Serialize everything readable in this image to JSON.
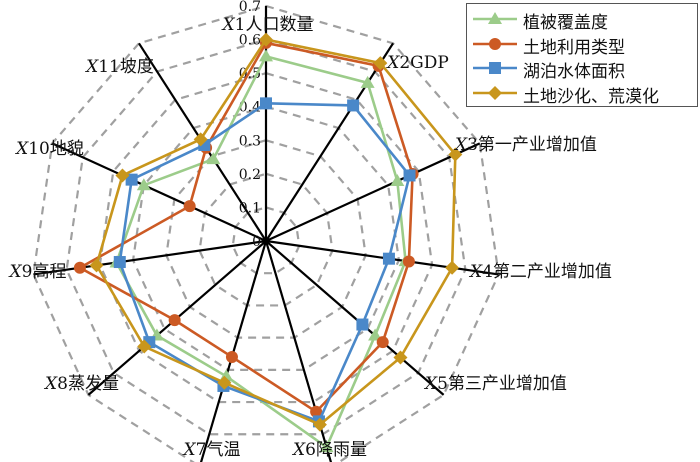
{
  "chart_data": {
    "type": "radar",
    "axes": [
      {
        "var": "X",
        "num": "1",
        "name": "人口数量"
      },
      {
        "var": "X",
        "num": "2",
        "name": "GDP"
      },
      {
        "var": "X",
        "num": "3",
        "name": "第一产业增加值"
      },
      {
        "var": "X",
        "num": "4",
        "name": "第二产业增加值"
      },
      {
        "var": "X",
        "num": "5",
        "name": "第三产业增加值"
      },
      {
        "var": "X",
        "num": "6",
        "name": "降雨量"
      },
      {
        "var": "X",
        "num": "7",
        "name": "气温"
      },
      {
        "var": "X",
        "num": "8",
        "name": "蒸发量"
      },
      {
        "var": "X",
        "num": "9",
        "name": "高程"
      },
      {
        "var": "X",
        "num": "10",
        "name": "地貌"
      },
      {
        "var": "X",
        "num": "11",
        "name": "坡度"
      }
    ],
    "r_ticks": [
      "0",
      "0.1",
      "0.2",
      "0.3",
      "0.4",
      "0.5",
      "0.6",
      "0.7"
    ],
    "r_range": [
      0,
      0.7
    ],
    "grid": "dashed",
    "legend_position": "top-right",
    "series": [
      {
        "name": "植被覆盖度",
        "color": "#9ccc8a",
        "marker": "triangle",
        "values": [
          0.55,
          0.56,
          0.43,
          0.42,
          0.43,
          0.64,
          0.42,
          0.43,
          0.45,
          0.4,
          0.29
        ]
      },
      {
        "name": "土地利用类型",
        "color": "#cc5a24",
        "marker": "circle",
        "values": [
          0.59,
          0.62,
          0.48,
          0.43,
          0.46,
          0.53,
          0.36,
          0.36,
          0.56,
          0.25,
          0.33
        ]
      },
      {
        "name": "湖泊水体面积",
        "color": "#4a88c9",
        "marker": "square",
        "values": [
          0.41,
          0.48,
          0.47,
          0.37,
          0.38,
          0.56,
          0.45,
          0.46,
          0.44,
          0.44,
          0.34
        ]
      },
      {
        "name": "土地沙化、荒漠化",
        "color": "#c8961c",
        "marker": "diamond",
        "values": [
          0.6,
          0.63,
          0.62,
          0.56,
          0.53,
          0.57,
          0.44,
          0.48,
          0.51,
          0.47,
          0.36
        ]
      }
    ]
  }
}
